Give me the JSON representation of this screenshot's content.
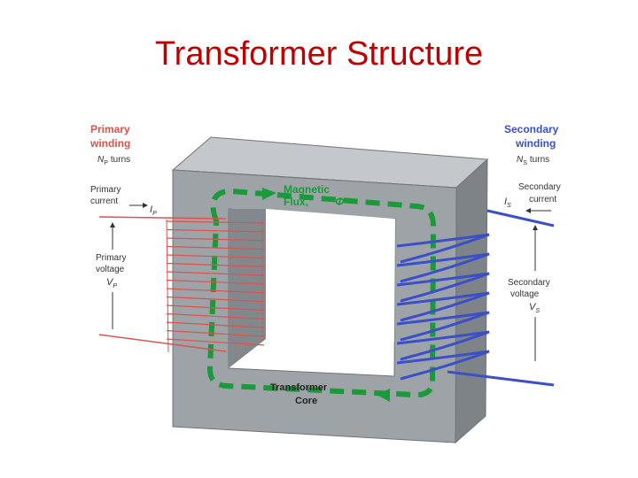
{
  "title": "Transformer Structure",
  "diagram": {
    "primary": {
      "heading_line1": "Primary",
      "heading_line2": "winding",
      "turns_symbol": "N",
      "turns_sub": "P",
      "turns_word": "turns",
      "current_line1": "Primary",
      "current_line2": "current",
      "current_symbol": "I",
      "current_sub": "P",
      "voltage_line1": "Primary",
      "voltage_line2": "voltage",
      "voltage_symbol": "V",
      "voltage_sub": "P"
    },
    "secondary": {
      "heading_line1": "Secondary",
      "heading_line2": "winding",
      "turns_symbol": "N",
      "turns_sub": "S",
      "turns_word": "turns",
      "current_line1": "Secondary",
      "current_line2": "current",
      "current_symbol": "I",
      "current_sub": "S",
      "voltage_line1": "Secondary",
      "voltage_line2": "voltage",
      "voltage_symbol": "V",
      "voltage_sub": "S"
    },
    "flux": {
      "line1": "Magnetic",
      "line2": "Flux,",
      "symbol": "Φ"
    },
    "core": {
      "line1": "Transformer",
      "line2": "Core"
    },
    "colors": {
      "title": "#c00000",
      "primary": "#d9534f",
      "secondary": "#3a4fc8",
      "flux": "#1a9a3a",
      "core_front": "#9ea3a8",
      "core_top": "#c4c8cc",
      "core_side": "#7e8388",
      "window": "#ffffff"
    }
  }
}
